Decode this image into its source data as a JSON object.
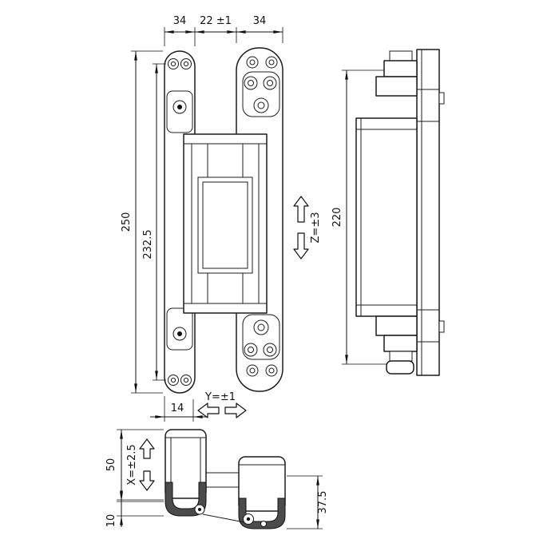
{
  "dims": {
    "plate_width_left": "34",
    "center_gap": "22 ±1",
    "plate_width_right": "34",
    "overall_height": "250",
    "inner_height": "232.5",
    "z_tolerance": "Z=±3",
    "pivot_offset": "14",
    "y_tolerance": "Y=±1",
    "side_height": "220",
    "front_depth": "50",
    "x_tolerance": "X=±2.5",
    "leaf_thickness": "10",
    "body_depth": "37.5"
  },
  "colors": {
    "line": "#1c1c1c",
    "knuckle_fill": "#4b4b4b",
    "background": "#ffffff"
  }
}
